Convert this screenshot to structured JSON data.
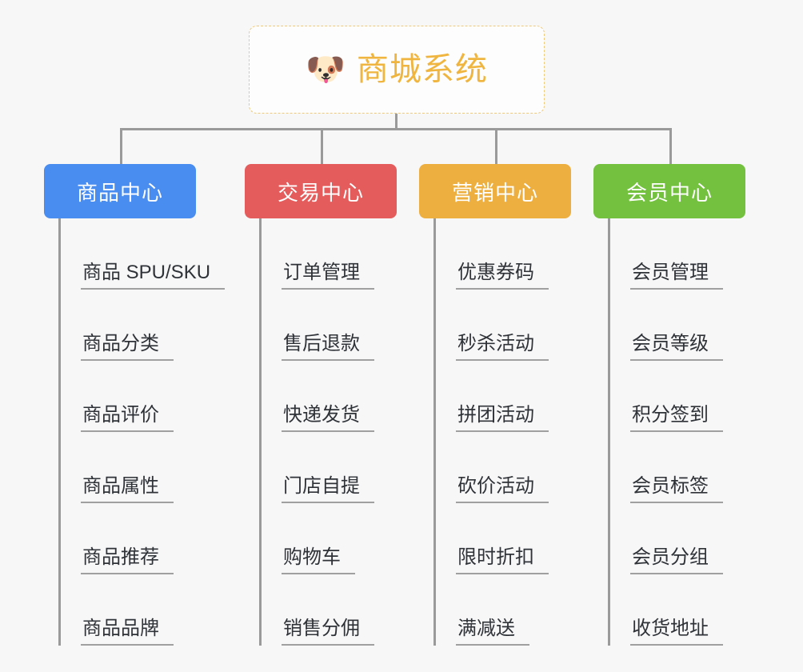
{
  "background_color": "#f7f7f8",
  "root": {
    "icon": "shiba-dog-face-emoji",
    "emoji": "🐶",
    "title": "商城系统",
    "title_color": "#efb53f",
    "border_color": "#eec97a"
  },
  "connector_color": "#9a9a9a",
  "columns": [
    {
      "id": "product-center",
      "title": "商品中心",
      "color": "#4a8df0",
      "items": [
        "商品 SPU/SKU",
        "商品分类",
        "商品评价",
        "商品属性",
        "商品推荐",
        "商品品牌"
      ]
    },
    {
      "id": "trade-center",
      "title": "交易中心",
      "color": "#e55c5c",
      "items": [
        "订单管理",
        "售后退款",
        "快递发货",
        "门店自提",
        "购物车",
        "销售分佣"
      ]
    },
    {
      "id": "marketing-center",
      "title": "营销中心",
      "color": "#eeaf41",
      "items": [
        "优惠券码",
        "秒杀活动",
        "拼团活动",
        "砍价活动",
        "限时折扣",
        "满减送"
      ]
    },
    {
      "id": "member-center",
      "title": "会员中心",
      "color": "#73c13e",
      "items": [
        "会员管理",
        "会员等级",
        "积分签到",
        "会员标签",
        "会员分组",
        "收货地址"
      ]
    }
  ]
}
